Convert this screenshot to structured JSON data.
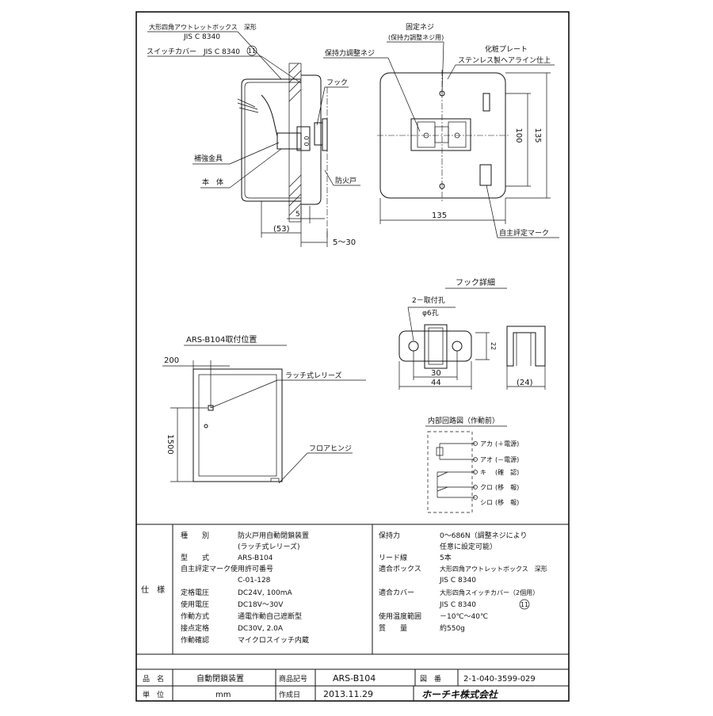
{
  "side_view": {
    "box_label": "大形四角アウトレットボックス　深形",
    "box_std": "JIS C 8340",
    "cover_label": "スイッチカバー　JIS C 8340",
    "cover_circle": "11",
    "hook": "フック",
    "reinforce": "補強金具",
    "body": "本　体",
    "fire_door": "防火戸",
    "dim_5": "5",
    "dim_53": "(53)",
    "dim_5_30": "5～30"
  },
  "front_view": {
    "fixing_screw": "固定ネジ",
    "holding_adj_screw_paren": "(保持力調整ネジ用)",
    "holding_adj_screw": "保持力調整ネジ",
    "plate": "化粧プレート",
    "plate_finish": "ステンレス製ヘアライン仕上",
    "dim_100": "100",
    "dim_135_v": "135",
    "dim_135_h": "135",
    "self_mark": "自主評定マーク"
  },
  "hook_detail": {
    "title": "フック詳細",
    "holes": "2－取付孔",
    "hole_dia": "φ6孔",
    "dim_22": "22",
    "dim_30": "30",
    "dim_44": "44",
    "dim_24": "(24)"
  },
  "mount_position": {
    "title": "ARS-B104取付位置",
    "dim_200": "200",
    "dim_1500": "1500",
    "latch": "ラッチ式レリーズ",
    "floor_hinge": "フロアヒンジ"
  },
  "circuit": {
    "title": "内部回路図（作動前）",
    "wires": [
      {
        "color": "アカ",
        "role": "(＋電源)"
      },
      {
        "color": "アオ",
        "role": "(－電源)"
      },
      {
        "color": "キ",
        "role": "(確　認)"
      },
      {
        "color": "クロ",
        "role": "(移　報)"
      },
      {
        "color": "シロ",
        "role": "(移　報)"
      }
    ]
  },
  "spec": {
    "section_label": "仕　様",
    "left": [
      {
        "key": "種　　別",
        "value": "防火戸用自動閉鎖装置"
      },
      {
        "key": "",
        "value": "(ラッチ式レリーズ)"
      },
      {
        "key": "型　　式",
        "value": "ARS-B104"
      },
      {
        "key": "自主評定マーク使用許可番号",
        "value": ""
      },
      {
        "key": "",
        "value": "C-01-128"
      },
      {
        "key": "定格電圧",
        "value": "DC24V, 100mA"
      },
      {
        "key": "使用電圧",
        "value": "DC18V～30V"
      },
      {
        "key": "作動方式",
        "value": "通電作動自己遮断型"
      },
      {
        "key": "接点定格",
        "value": "DC30V, 2.0A"
      },
      {
        "key": "作動確認",
        "value": "マイクロスイッチ内蔵"
      }
    ],
    "right": [
      {
        "key": "保持力",
        "value": "0～686N（調整ネジにより"
      },
      {
        "key": "",
        "value": "任意に設定可能）"
      },
      {
        "key": "リード線",
        "value": "5本"
      },
      {
        "key": "適合ボックス",
        "value": "大形四角アウトレットボックス　深形"
      },
      {
        "key": "",
        "value": "JIS C 8340"
      },
      {
        "key": "適合カバー",
        "value": "大形四角スイッチカバー（2個用）"
      },
      {
        "key": "",
        "value": "JIS C 8340"
      },
      {
        "key": "使用温度範囲",
        "value": "－10℃～40℃"
      },
      {
        "key": "質　　量",
        "value": "約550g"
      }
    ],
    "right_circle": "11"
  },
  "title_block": {
    "name_label": "品　名",
    "name_value": "自動閉鎖装置",
    "code_label": "商品記号",
    "code_value": "ARS-B104",
    "drawing_label": "図　番",
    "drawing_value": "2-1-040-3599-029",
    "unit_label": "単　位",
    "unit_value": "mm",
    "date_label": "作成日",
    "date_value": "2013.11.29",
    "company": "ホーチキ株式会社"
  }
}
